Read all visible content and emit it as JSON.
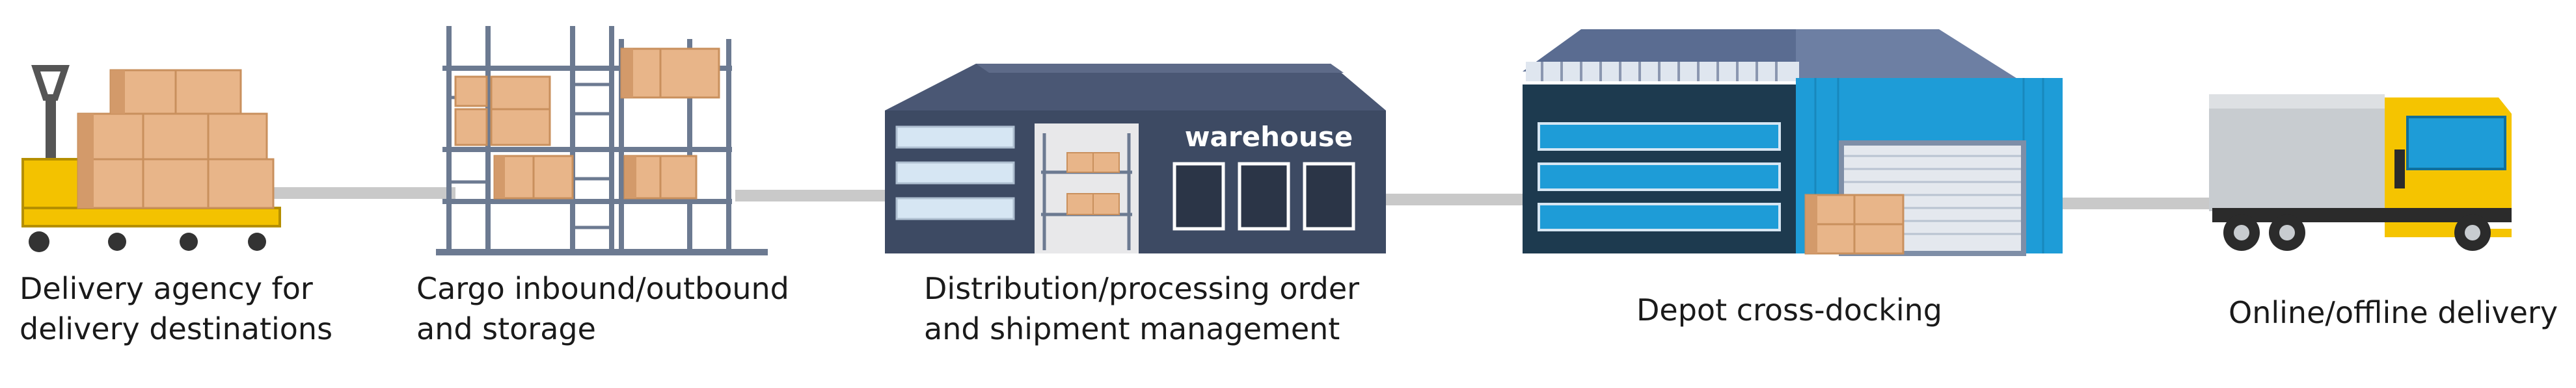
{
  "steps": [
    {
      "line1": "Delivery agency for",
      "line2": "delivery destinations"
    },
    {
      "line1": "Cargo inbound/outbound",
      "line2": "and storage"
    },
    {
      "line1": "Distribution/processing order",
      "line2": "and shipment management"
    },
    {
      "line1": "Depot cross-docking"
    },
    {
      "line1": "Online/offline delivery"
    }
  ],
  "warehouse_sign": "warehouse",
  "colors": {
    "connector": "#c9c9c9",
    "box": "#e8b589",
    "box_dark": "#d39a6a",
    "pallet_yellow": "#f3c200",
    "rack": "#6c7a91",
    "building_dark": "#3d4a63",
    "depot_blue": "#1e9cd7",
    "truck_yellow": "#f5c400",
    "truck_body": "#c8ccd0"
  }
}
